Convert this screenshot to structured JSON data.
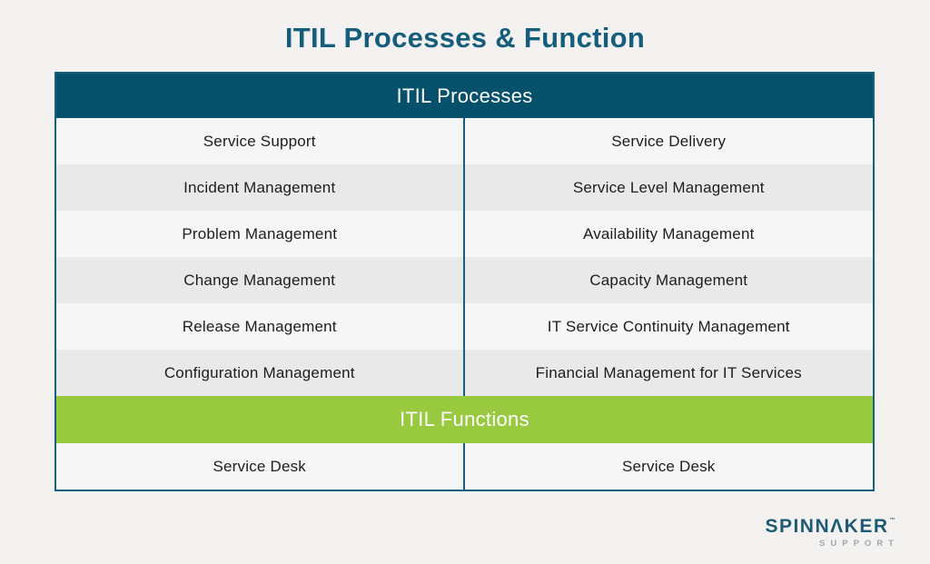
{
  "page": {
    "title": "ITIL Processes & Function"
  },
  "table": {
    "processes_header": "ITIL Processes",
    "functions_header": "ITIL Functions",
    "process_rows": [
      [
        "Service Support",
        "Service Delivery"
      ],
      [
        "Incident Management",
        "Service Level Management"
      ],
      [
        "Problem Management",
        "Availability Management"
      ],
      [
        "Change Management",
        "Capacity Management"
      ],
      [
        "Release Management",
        "IT Service Continuity Management"
      ],
      [
        "Configuration Management",
        "Financial Management for IT Services"
      ]
    ],
    "function_rows": [
      [
        "Service Desk",
        "Service Desk"
      ]
    ]
  },
  "logo": {
    "name": "SPINNAKER",
    "name_parts": [
      "SPINN",
      "Λ",
      "KER"
    ],
    "trademark": "™",
    "subtitle": "SUPPORT"
  },
  "colors": {
    "bg": "#f4f2f0",
    "title_teal": "#155d7c",
    "header_teal": "#05516c",
    "border_teal": "#14607e",
    "green": "#98c93e",
    "row_light": "#f6f6f6",
    "row_alt": "#e9e9e9",
    "cell_text": "#1d1d1d",
    "logo_teal": "#1d5a75",
    "logo_gray": "#a6a6a6"
  }
}
